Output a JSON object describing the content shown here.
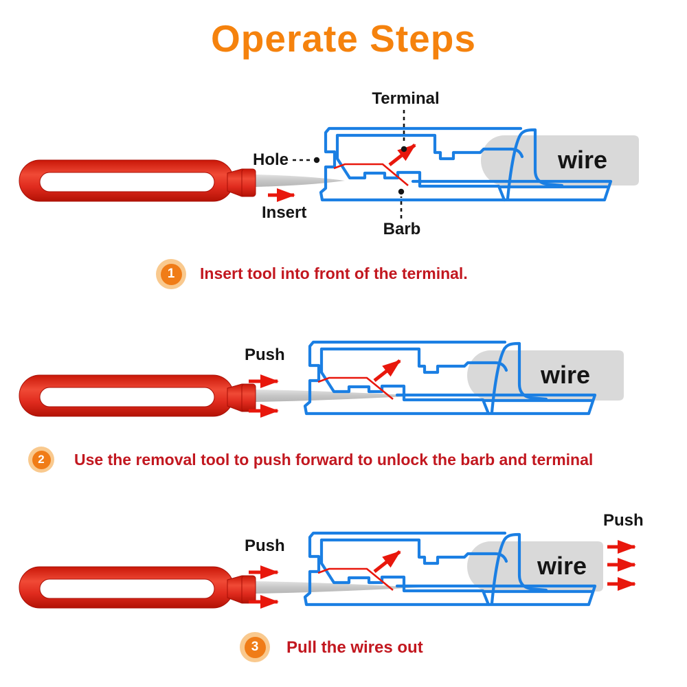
{
  "title": "Operate Steps",
  "colors": {
    "title_orange": "#f5820d",
    "step_badge_ring": "#f9c98e",
    "step_badge_fill": "#f07c17",
    "step_text_red": "#c2171f",
    "connector_blue": "#1b7fe3",
    "arrow_red": "#e8170c",
    "tool_red": "#e02b1e",
    "wire_gray": "#d9d9d9",
    "label_black": "#151515"
  },
  "diagram1": {
    "labels": {
      "terminal": "Terminal",
      "hole": "Hole",
      "insert": "Insert",
      "barb": "Barb",
      "wire": "wire"
    }
  },
  "diagram2": {
    "labels": {
      "push": "Push",
      "wire": "wire"
    }
  },
  "diagram3": {
    "labels": {
      "push_left": "Push",
      "push_right": "Push",
      "wire": "wire"
    }
  },
  "steps": [
    {
      "number": "1",
      "text": "Insert tool into front of the terminal."
    },
    {
      "number": "2",
      "text": "Use the removal tool to push forward to unlock the barb and terminal"
    },
    {
      "number": "3",
      "text": "Pull the wires out"
    }
  ]
}
